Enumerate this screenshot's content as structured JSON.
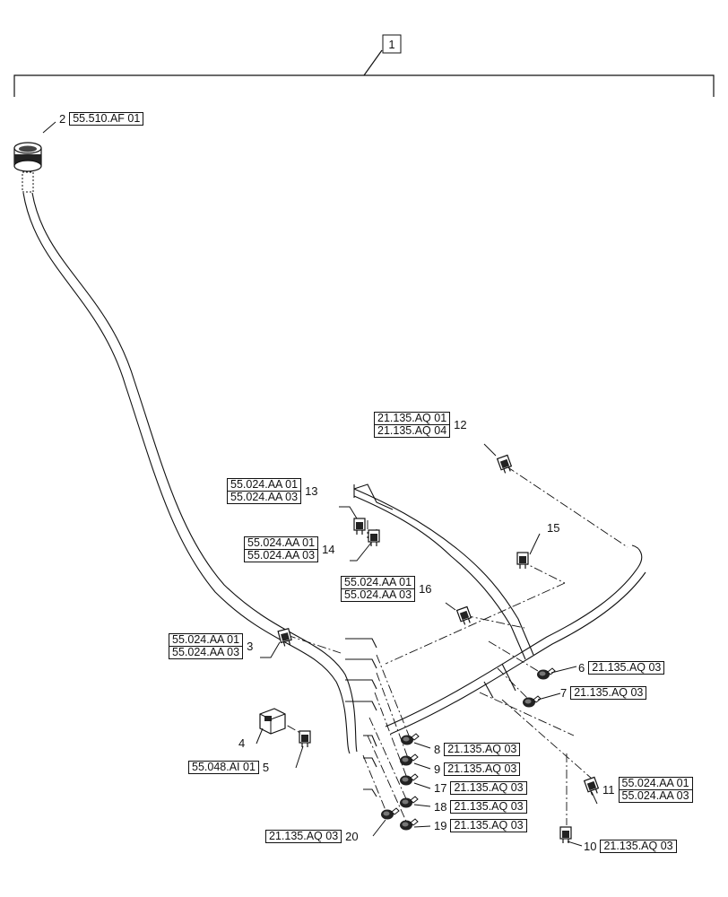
{
  "assembly_item": "1",
  "callouts": [
    {
      "item": "2",
      "refs": [
        "55.510.AF 01"
      ]
    },
    {
      "item": "3",
      "refs": [
        "55.024.AA 01",
        "55.024.AA 03"
      ]
    },
    {
      "item": "4",
      "refs": []
    },
    {
      "item": "5",
      "refs": [
        "55.048.AI 01"
      ]
    },
    {
      "item": "6",
      "refs": [
        "21.135.AQ 03"
      ]
    },
    {
      "item": "7",
      "refs": [
        "21.135.AQ 03"
      ]
    },
    {
      "item": "8",
      "refs": [
        "21.135.AQ 03"
      ]
    },
    {
      "item": "9",
      "refs": [
        "21.135.AQ 03"
      ]
    },
    {
      "item": "10",
      "refs": [
        "21.135.AQ 03"
      ]
    },
    {
      "item": "11",
      "refs": [
        "55.024.AA 01",
        "55.024.AA 03"
      ]
    },
    {
      "item": "12",
      "refs": [
        "21.135.AQ 01",
        "21.135.AQ 04"
      ]
    },
    {
      "item": "13",
      "refs": [
        "55.024.AA 01",
        "55.024.AA 03"
      ]
    },
    {
      "item": "14",
      "refs": [
        "55.024.AA 01",
        "55.024.AA 03"
      ]
    },
    {
      "item": "15",
      "refs": []
    },
    {
      "item": "16",
      "refs": [
        "55.024.AA 01",
        "55.024.AA 03"
      ]
    },
    {
      "item": "17",
      "refs": [
        "21.135.AQ 03"
      ]
    },
    {
      "item": "18",
      "refs": [
        "21.135.AQ 03"
      ]
    },
    {
      "item": "19",
      "refs": [
        "21.135.AQ 03"
      ]
    },
    {
      "item": "20",
      "refs": [
        "21.135.AQ 03"
      ]
    }
  ]
}
